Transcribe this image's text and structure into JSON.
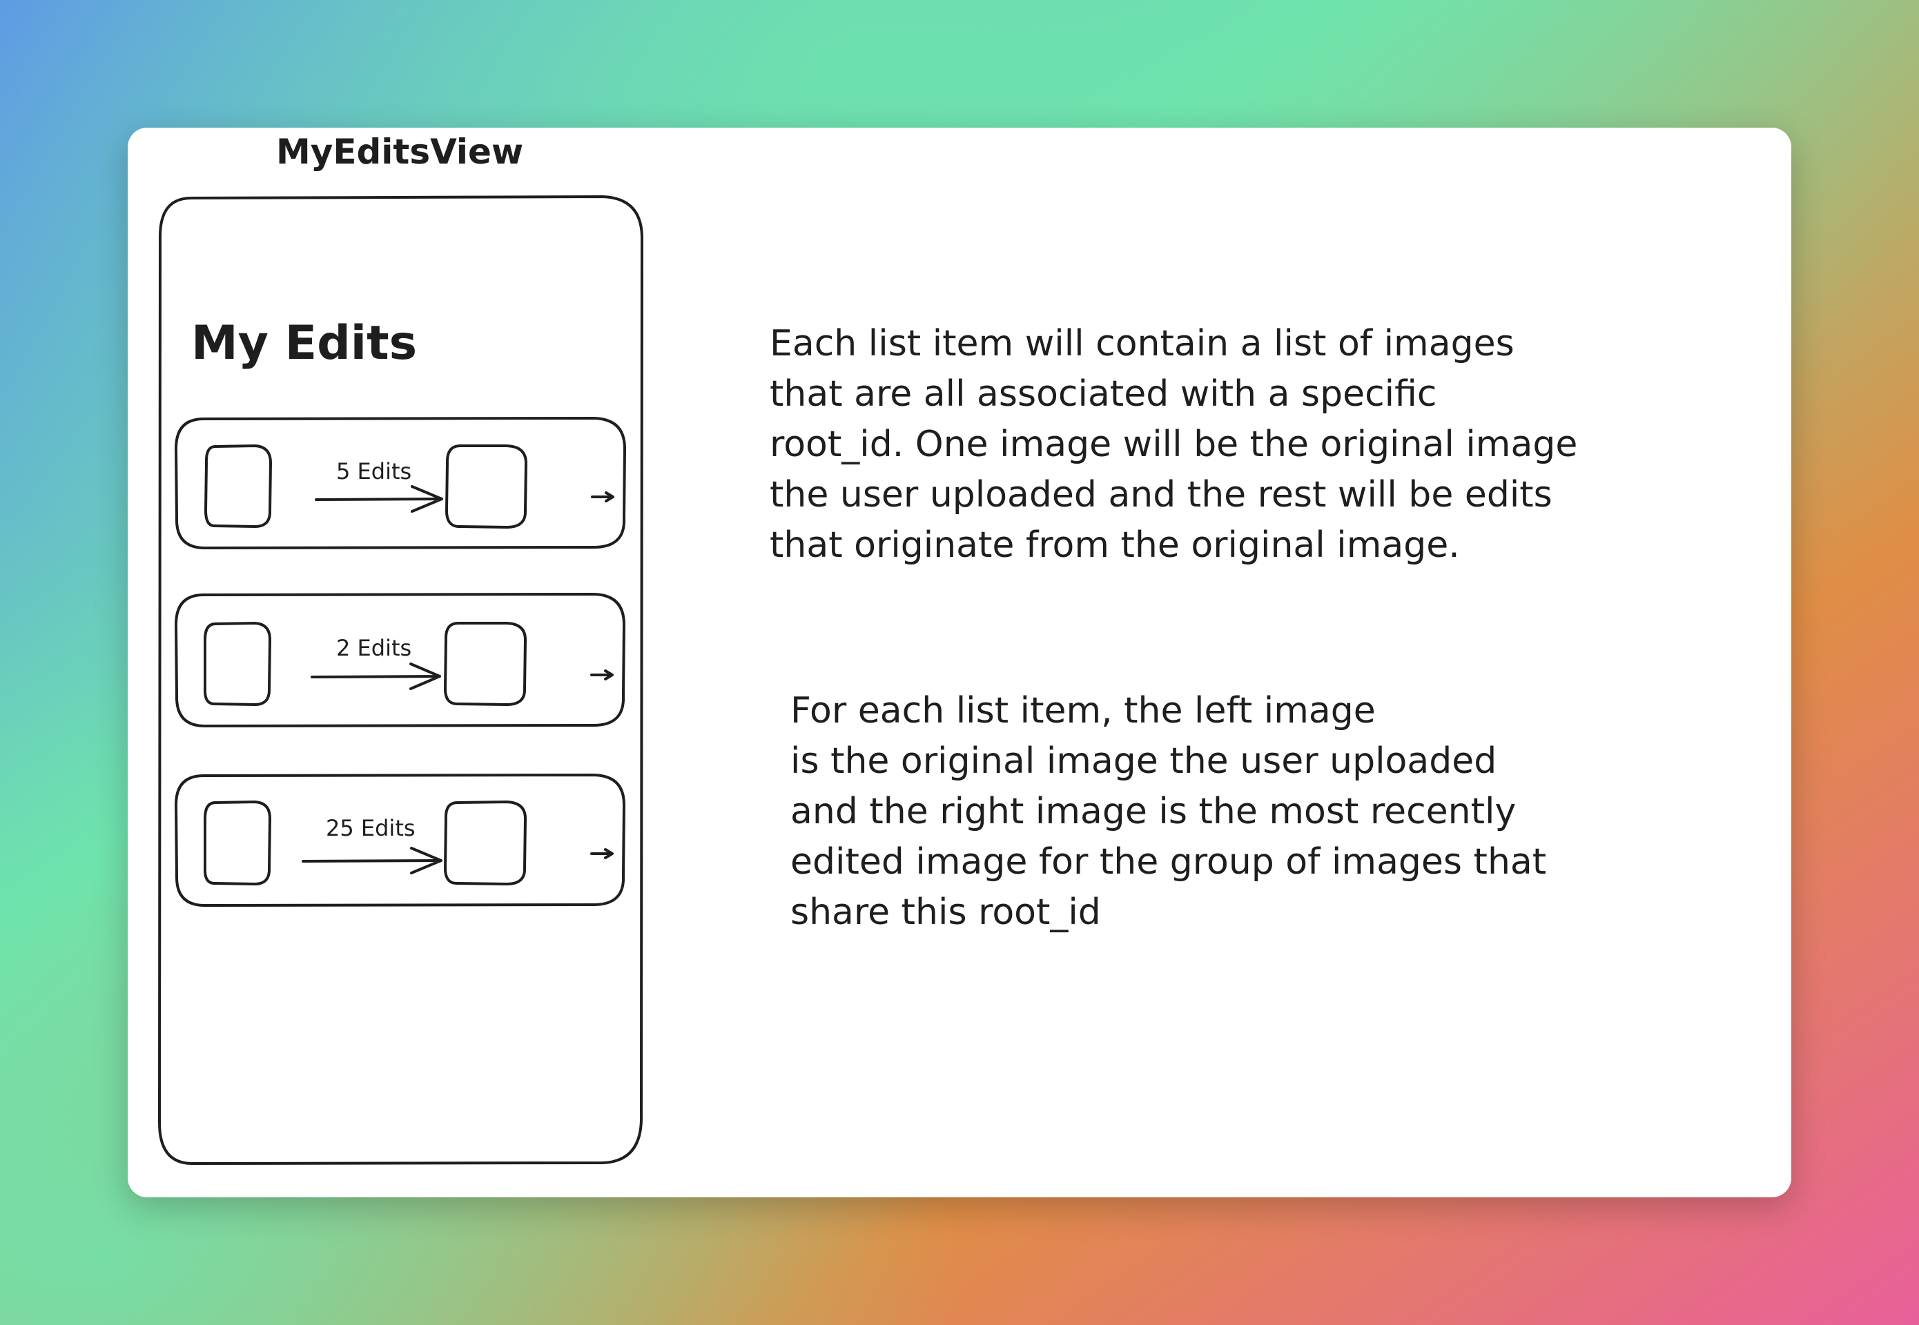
{
  "diagram": {
    "view_title": "MyEditsView",
    "screen_title": "My Edits",
    "list_items": [
      {
        "edits_label": "5 Edits",
        "chevron_icon": "small-arrow-right-icon"
      },
      {
        "edits_label": "2 Edits",
        "chevron_icon": "small-arrow-right-icon"
      },
      {
        "edits_label": "25 Edits",
        "chevron_icon": "small-arrow-right-icon"
      }
    ],
    "notes": [
      {
        "lines": [
          "Each list item will contain a list of images",
          "that are all associated with a specific",
          "root_id. One image will be the original image",
          "the user uploaded and the rest will be edits",
          "that originate from the original image."
        ]
      },
      {
        "lines": [
          "For each list item, the left image",
          "is the original image the user uploaded",
          "and the right image is the most recently",
          "edited image for the group of images that",
          "share this root_id"
        ]
      }
    ],
    "colors": {
      "ink": "#1e1e1e",
      "card": "#ffffff",
      "gradient": [
        "#5b8def",
        "#6fe3ac",
        "#e08e45",
        "#e8609a"
      ]
    }
  }
}
